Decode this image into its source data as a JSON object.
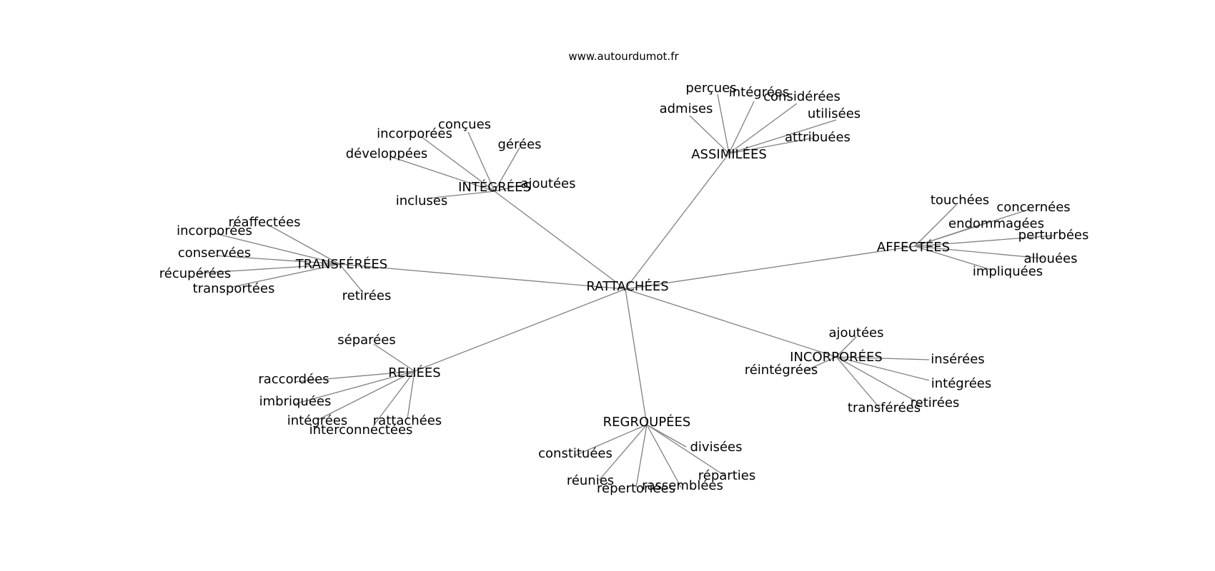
{
  "site": "www.autourdumot.fr",
  "graph": {
    "center": "RATTACHÉES",
    "clusters": [
      {
        "label": "ASSIMILÉES",
        "leaves": [
          "perçues",
          "intégrées",
          "considérées",
          "utilisées",
          "admises",
          "attribuées"
        ]
      },
      {
        "label": "INTÉGRÉES",
        "leaves": [
          "conçues",
          "incorporées",
          "gérées",
          "développées",
          "ajoutées",
          "incluses"
        ]
      },
      {
        "label": "AFFECTÉES",
        "leaves": [
          "touchées",
          "concernées",
          "endommagées",
          "perturbées",
          "allouées",
          "impliquées"
        ]
      },
      {
        "label": "TRANSFÉRÉES",
        "leaves": [
          "réaffectées",
          "incorporées",
          "conservées",
          "récupérées",
          "transportées",
          "retirées"
        ]
      },
      {
        "label": "RELIÉES",
        "leaves": [
          "séparées",
          "raccordées",
          "imbriquées",
          "intégrées",
          "interconnectées",
          "rattachées"
        ]
      },
      {
        "label": "INCORPORÉES",
        "leaves": [
          "ajoutées",
          "insérées",
          "réintégrées",
          "intégrées",
          "retirées",
          "transférées"
        ]
      },
      {
        "label": "REGROUPÉES",
        "leaves": [
          "constituées",
          "divisées",
          "réunies",
          "répertoriées",
          "rassemblées",
          "réparties"
        ]
      }
    ]
  }
}
